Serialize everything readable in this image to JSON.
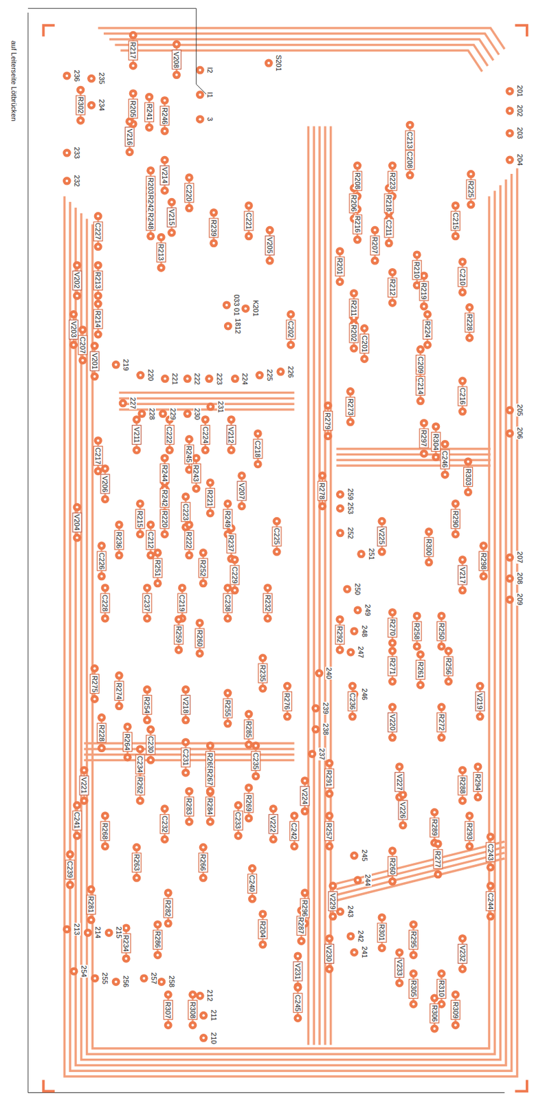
{
  "diagram": {
    "labels": [
      "auf Leiterseite Lötbrücken",
      "201",
      "202",
      "203",
      "204",
      "205",
      "206",
      "207",
      "208",
      "209",
      "236",
      "235",
      "234",
      "233",
      "232",
      "R302",
      "R217",
      "R205",
      "R241",
      "R246",
      "V208",
      "V216",
      "S201",
      "I2",
      "I1",
      "3",
      "C213",
      "C208",
      "R208",
      "R223",
      "R206",
      "R218",
      "R216",
      "C211",
      "R225",
      "C215",
      "R207",
      "R201",
      "V205",
      "R210",
      "C210",
      "R212",
      "R219",
      "R211",
      "R202",
      "R224",
      "R228",
      "C202",
      "C201",
      "C209",
      "C214",
      "C216",
      "R273",
      "R279",
      "R203",
      "R242",
      "R248",
      "V214",
      "V215",
      "C220",
      "R239",
      "C221",
      "R213",
      "C227",
      "V202",
      "R213",
      "R214",
      "V203",
      "C207",
      "V201",
      "219",
      "220",
      "221",
      "222",
      "223",
      "224",
      "225",
      "226",
      "K201",
      "1812",
      "033 01",
      "227",
      "228",
      "229",
      "230",
      "231",
      "C222",
      "C224",
      "V211",
      "V212",
      "C217",
      "C218",
      "R245",
      "R244",
      "R243",
      "V206",
      "R242",
      "R221",
      "V207",
      "V204",
      "R215",
      "R220",
      "C223",
      "R249",
      "R236",
      "C212",
      "R222",
      "R237",
      "C225",
      "C226",
      "R251",
      "R252",
      "C229",
      "C228",
      "C237",
      "C219",
      "C238",
      "R232",
      "R259",
      "R260",
      "R278",
      "259",
      "253",
      "252",
      "251",
      "V225",
      "R297",
      "R304",
      "C246",
      "R303",
      "R290",
      "R300",
      "V217",
      "R298",
      "250",
      "249",
      "248",
      "R270",
      "R258",
      "R250",
      "R292",
      "247",
      "R271",
      "R261",
      "R256",
      "240",
      "246",
      "C236",
      "239",
      "V219",
      "V220",
      "R272",
      "238",
      "237",
      "R275",
      "R274",
      "R254",
      "V218",
      "R255",
      "R285",
      "R276",
      "R235",
      "R228",
      "R264",
      "C230",
      "C231",
      "R265",
      "C234",
      "R267",
      "C235",
      "R291",
      "V224",
      "V221",
      "R262",
      "C241",
      "R268",
      "R283",
      "R284",
      "C232",
      "C233",
      "R269",
      "V222",
      "C242",
      "R257",
      "C239",
      "R263",
      "R266",
      "C240",
      "R281",
      "R282",
      "R234",
      "R286",
      "R204",
      "R296",
      "R287",
      "V229",
      "V230",
      "V231",
      "C245",
      "243",
      "242",
      "241",
      "213",
      "214",
      "215",
      "254",
      "255",
      "256",
      "257",
      "258",
      "R307",
      "R308",
      "212",
      "211",
      "210",
      "V227",
      "V226",
      "R288",
      "R294",
      "R289",
      "R293",
      "C243",
      "R277",
      "245",
      "R260",
      "244",
      "R301",
      "R295",
      "C244",
      "V232",
      "V233",
      "R305",
      "R310",
      "R306",
      "R309"
    ]
  }
}
